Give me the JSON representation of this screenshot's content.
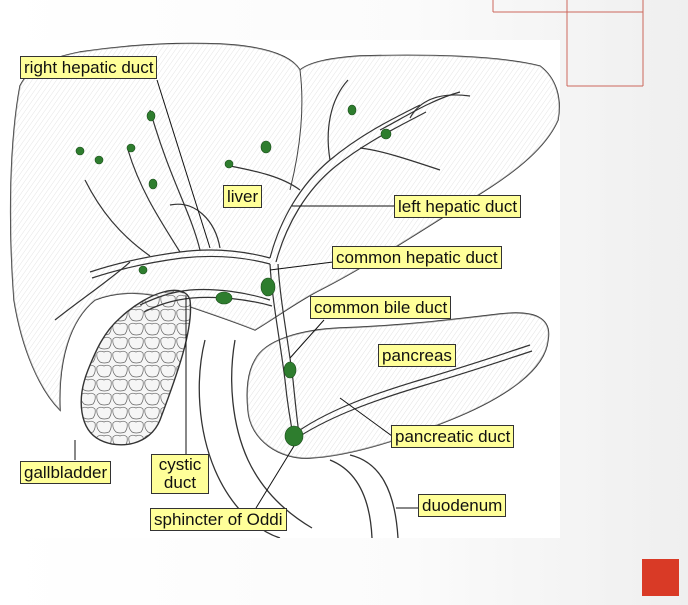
{
  "labels": {
    "right_hepatic_duct": "right hepatic duct",
    "liver": "liver",
    "left_hepatic_duct": "left hepatic duct",
    "common_hepatic_duct": "common hepatic duct",
    "common_bile_duct": "common bile duct",
    "pancreas": "pancreas",
    "pancreatic_duct": "pancreatic duct",
    "gallbladder": "gallbladder",
    "cystic_duct": "cystic\nduct",
    "sphincter_of_oddi": "sphincter of Oddi",
    "duodenum": "duodenum"
  },
  "colors": {
    "label_fill": "#ffff99",
    "duct_nodes": "#2e7d2e",
    "accent_square": "#d93a26",
    "deco_lines": "#c0392b"
  }
}
